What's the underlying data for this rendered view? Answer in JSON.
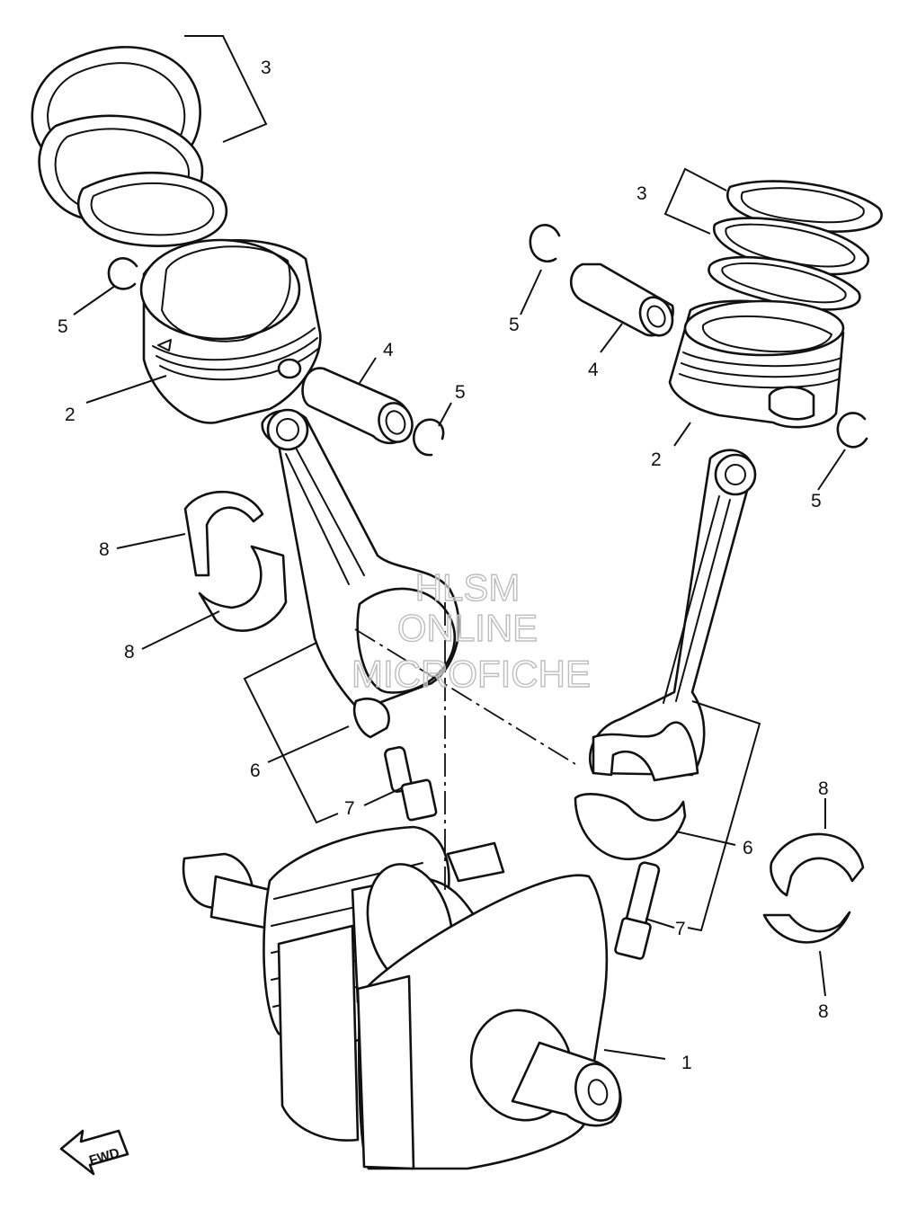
{
  "callouts": {
    "crankshaft": "1",
    "piston_left": "2",
    "piston_right": "2",
    "ring_set_left": "3",
    "ring_set_right": "3",
    "pin_left": "4",
    "pin_right": "4",
    "clip_left_outer": "5",
    "clip_left_inner": "5",
    "clip_right_inner": "5",
    "clip_right_outer": "5",
    "rod_left": "6",
    "rod_right": "6",
    "bolt_left": "7",
    "bolt_right": "7",
    "bearing_left_upper": "8",
    "bearing_left_lower": "8",
    "bearing_right_upper": "8",
    "bearing_right_lower": "8"
  },
  "watermark": {
    "line1": "HLSM",
    "line2": "ONLINE",
    "line3": "MICROFICHE"
  },
  "direction_marker": {
    "label": "FWD"
  }
}
